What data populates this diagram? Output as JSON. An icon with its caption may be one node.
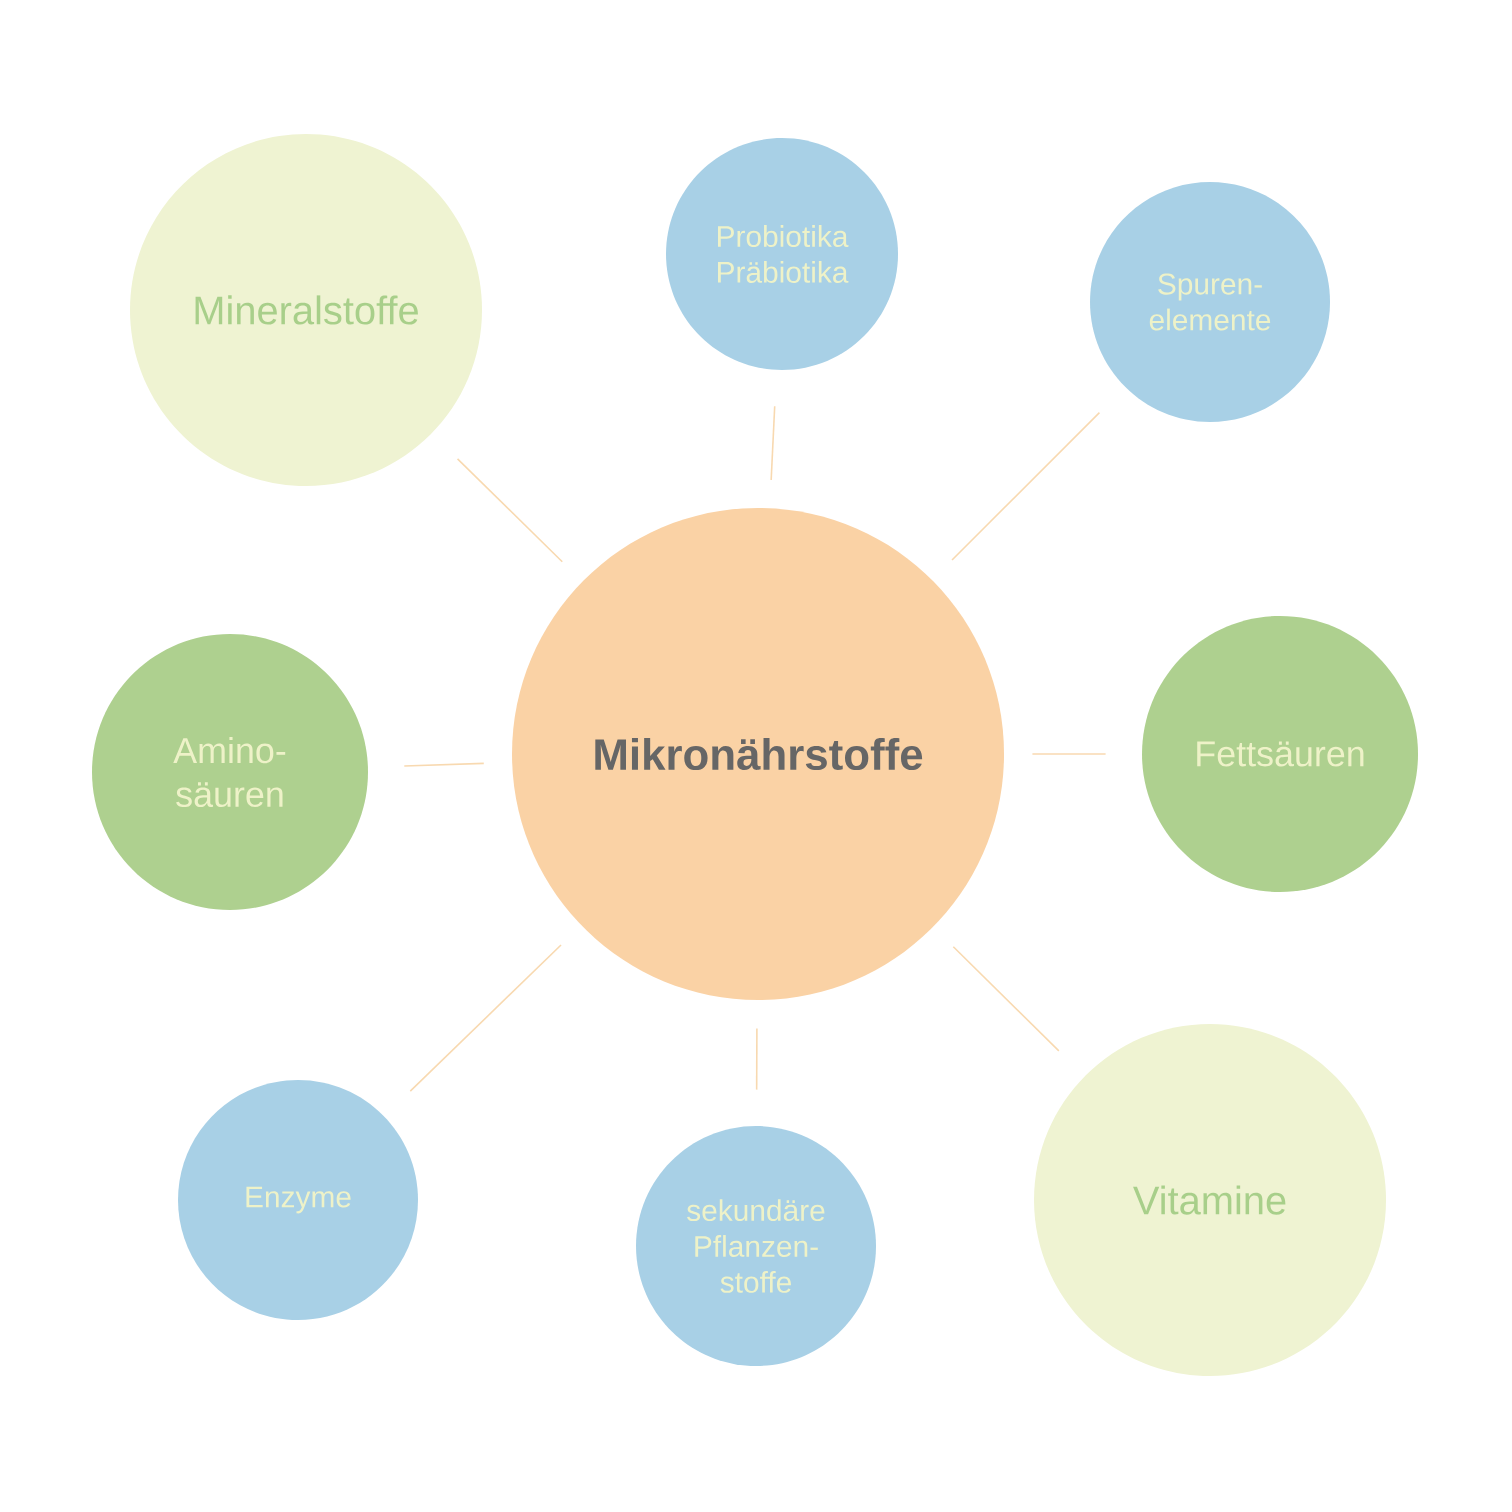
{
  "diagram": {
    "nodes": [
      {
        "text": [
          "Mikronährstoffe"
        ]
      },
      {
        "text": [
          "Mineralstoffe"
        ]
      },
      {
        "text": [
          "Probiotika Präbiotika"
        ]
      },
      {
        "text": [
          "Spuren- elemente"
        ]
      },
      {
        "text": [
          "Amino- säuren"
        ]
      },
      {
        "text": [
          "Fettsäuren"
        ]
      },
      {
        "text": [
          "Enzyme"
        ]
      },
      {
        "text": [
          "sekundäre Pflanzen- stoffe"
        ]
      },
      {
        "text": [
          "Vitamine"
        ]
      }
    ],
    "edges": [
      {
        "from": 0,
        "to": 1,
        "arrow": "none"
      },
      {
        "from": 0,
        "to": 2,
        "arrow": "none"
      },
      {
        "from": 0,
        "to": 3,
        "arrow": "none"
      },
      {
        "from": 0,
        "to": 4,
        "arrow": "none"
      },
      {
        "from": 0,
        "to": 5,
        "arrow": "none"
      },
      {
        "from": 0,
        "to": 6,
        "arrow": "none"
      },
      {
        "from": 0,
        "to": 7,
        "arrow": "none"
      },
      {
        "from": 0,
        "to": 8,
        "arrow": "none"
      }
    ]
  }
}
